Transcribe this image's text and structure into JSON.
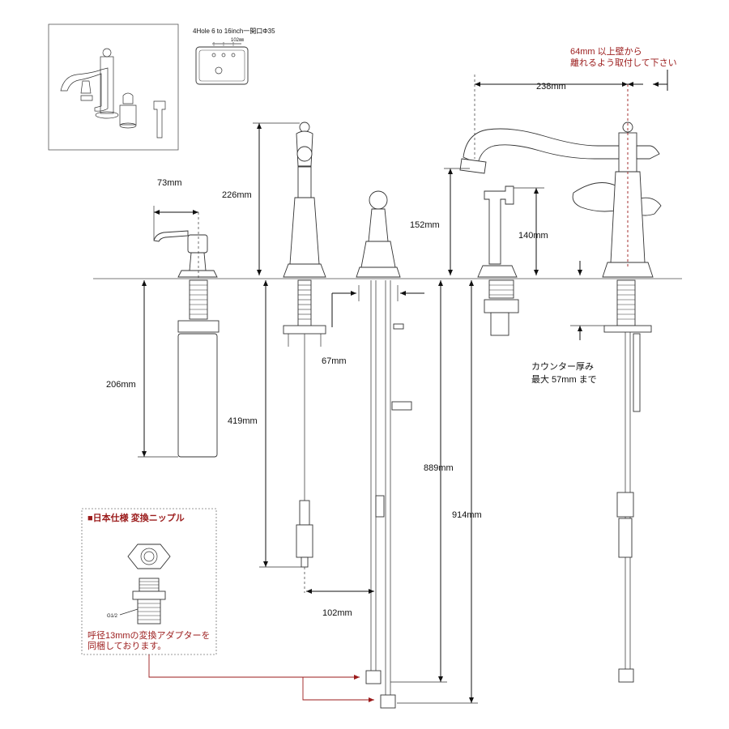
{
  "hole_spec": {
    "title": "4Hole 6 to 16inch一開口Φ35",
    "spacing": "102㎜"
  },
  "wall_note": {
    "line1": "64mm 以上壁から",
    "line2": "離れるよう取付して下さい"
  },
  "dimensions": {
    "soap_reach": "73mm",
    "handle_height": "226mm",
    "soap_bottle": "206mm",
    "handle_shank": "419mm",
    "handle_offset": "67mm",
    "handle_hose_offset": "102mm",
    "spout_reach": "238mm",
    "spout_height": "152mm",
    "sprayer_height": "140mm",
    "hose_889": "889mm",
    "hose_914": "914mm"
  },
  "counter_note": {
    "line1": "カウンター厚み",
    "line2": "最大 57mm まで"
  },
  "nipple_box": {
    "title": "■日本仕様 変換ニップル",
    "thread_label": "G1/2",
    "note_line1": "呼径13mmの変換アダプターを",
    "note_line2": "同梱しております。"
  },
  "colors": {
    "accent_red": "#9b1b1b",
    "line": "#111111"
  }
}
